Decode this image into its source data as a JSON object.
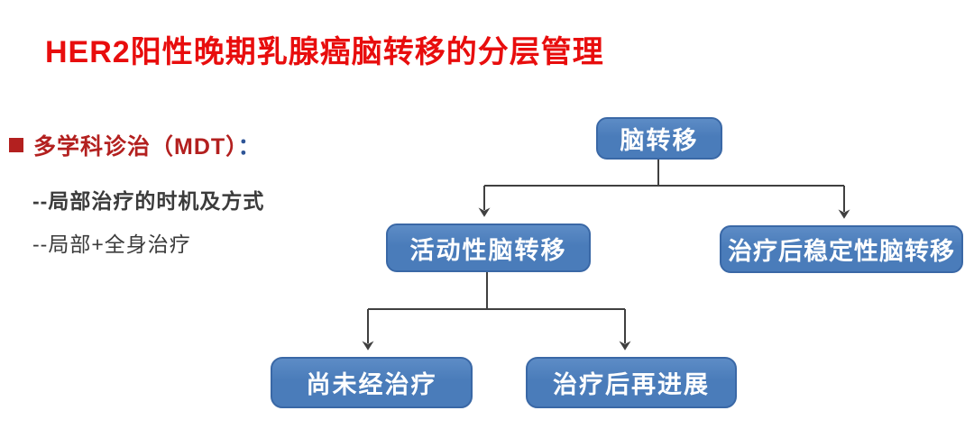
{
  "slide": {
    "title": "HER2阳性晚期乳腺癌脑转移的分层管理",
    "mdt": {
      "bullet_icon": "square-bullet",
      "heading": "多学科诊治（MDT）",
      "colon": "：",
      "items": [
        "--局部治疗的时机及方式",
        "--局部+全身治疗"
      ]
    }
  },
  "flowchart": {
    "nodes": [
      {
        "id": "brain-mets",
        "label": "脑转移"
      },
      {
        "id": "active-brain-mets",
        "label": "活动性脑转移"
      },
      {
        "id": "stable-brain-mets",
        "label": "治疗后稳定性脑转移"
      },
      {
        "id": "untreated",
        "label": "尚未经治疗"
      },
      {
        "id": "progressed-after-treatment",
        "label": "治疗后再进展"
      }
    ],
    "edges": [
      {
        "from": "脑转移",
        "to": "活动性脑转移"
      },
      {
        "from": "脑转移",
        "to": "治疗后稳定性脑转移"
      },
      {
        "from": "活动性脑转移",
        "to": "尚未经治疗"
      },
      {
        "from": "活动性脑转移",
        "to": "治疗后再进展"
      }
    ]
  },
  "colors": {
    "title_red": "#e80d0d",
    "bullet_red": "#b3201f",
    "colon_blue": "#2f5597",
    "body_text": "#3b3b3b",
    "box_fill": "#4a7cba",
    "box_fill_light": "#5d8cc6",
    "box_border": "#3a68a6",
    "box_text": "#ffffff",
    "connector": "#404040"
  }
}
